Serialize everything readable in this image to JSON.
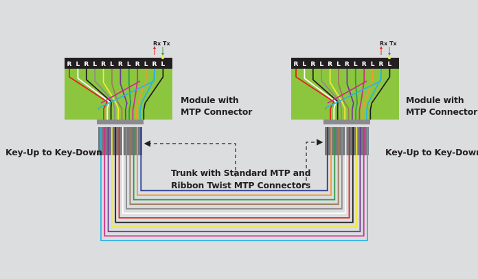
{
  "modules": [
    {
      "id": "left",
      "label_line1": "Module with",
      "label_line2": "MTP Connector",
      "port_labels": [
        "R",
        "L",
        "R",
        "L",
        "R",
        "L",
        "R",
        "L",
        "R",
        "L",
        "R",
        "L"
      ],
      "rx_label": "Rx",
      "tx_label": "Tx",
      "key_label": "Key-Up to Key-Down"
    },
    {
      "id": "right",
      "label_line1": "Module with",
      "label_line2": "MTP Connector",
      "port_labels": [
        "R",
        "L",
        "R",
        "L",
        "R",
        "L",
        "R",
        "L",
        "R",
        "L",
        "R",
        "L"
      ],
      "rx_label": "Rx",
      "tx_label": "Tx",
      "key_label": "Key-Up to Key-Down"
    }
  ],
  "trunk": {
    "label_line1": "Trunk with Standard MTP and",
    "label_line2": "Ribbon Twist MTP Connectors"
  },
  "fiber_colors": {
    "blue": "#2b3a8f",
    "orange": "#f39a32",
    "green": "#2e9a48",
    "brown": "#9b7a5a",
    "slate": "#8c8c8c",
    "white": "#ffffff",
    "red": "#e2231a",
    "black": "#231f20",
    "yellow": "#f2ea3a",
    "violet": "#6a3d97",
    "rose": "#d12d8a",
    "aqua": "#2cb3e2"
  },
  "trunk_fiber_order": [
    "aqua",
    "rose",
    "violet",
    "yellow",
    "black",
    "red",
    "white",
    "slate",
    "brown",
    "green",
    "orange",
    "blue"
  ],
  "module_fiber_top_order": [
    "red",
    "white",
    "black",
    "slate",
    "yellow",
    "brown",
    "violet",
    "green",
    "rose",
    "orange",
    "aqua",
    "black"
  ],
  "colors": {
    "background": "#dcdddf",
    "module_green": "#8cc63f",
    "port_strip": "#231f20",
    "connector_gray": "#77787b",
    "rx_arrow": "#e2231a",
    "tx_arrow": "#2e9a48",
    "key_marker": "#f2ea3a"
  }
}
